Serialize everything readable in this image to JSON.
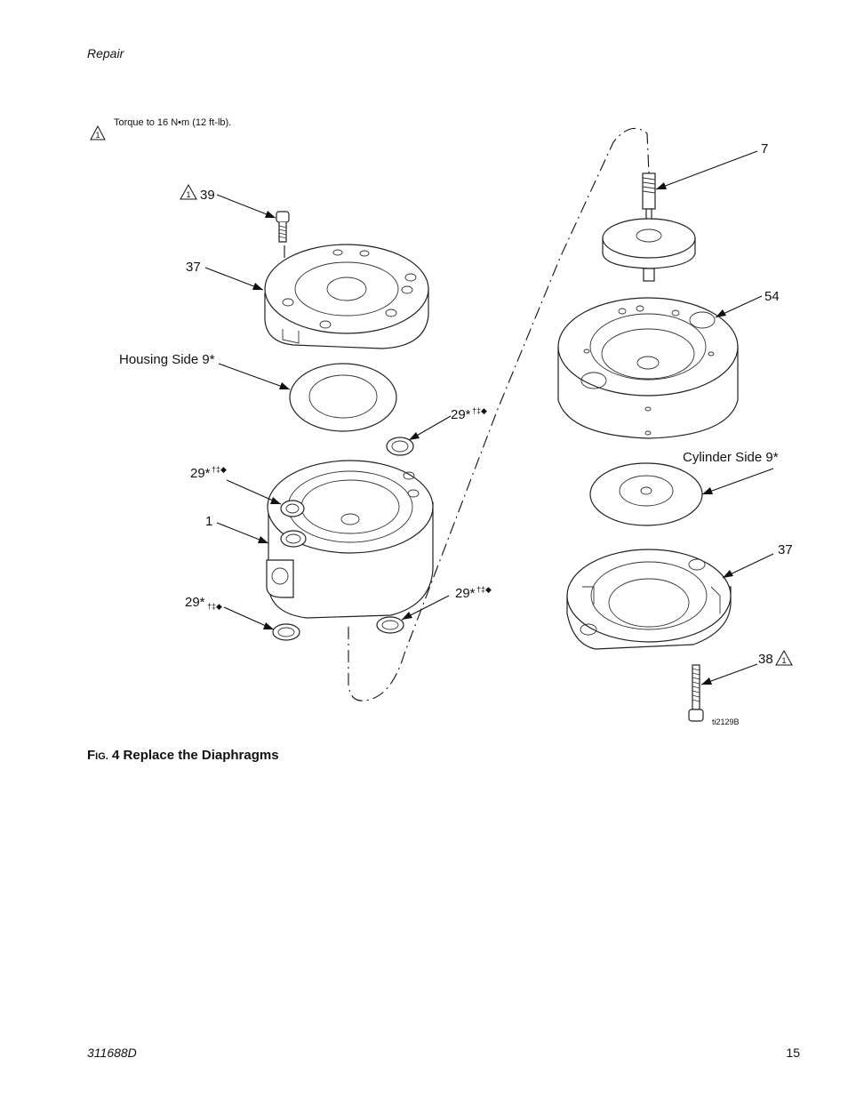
{
  "header": {
    "section": "Repair"
  },
  "note": {
    "symbol": "1",
    "text": "Torque to 16 N•m (12 ft-lb)."
  },
  "callouts": {
    "c39": "39",
    "c37_top": "37",
    "housing_side": "Housing Side 9*",
    "c29_a": "29*",
    "c29_a_sym": "†‡◆",
    "c29_b": "29*",
    "c29_b_sym": "†‡◆",
    "c1": "1",
    "c29_c": "29*",
    "c29_c_sym": "†‡◆",
    "c29_d": "29*",
    "c29_d_sym": "†‡◆",
    "c7": "7",
    "c54": "54",
    "cylinder_side": "Cylinder Side 9*",
    "c37_bottom": "37",
    "c38": "38",
    "warn_symbol": "1"
  },
  "figure_id": "ti2129B",
  "caption": {
    "fig_word_first": "F",
    "fig_word_rest": "IG.",
    "text": " 4 Replace the Diaphragms"
  },
  "footer": {
    "doc_number": "311688D",
    "page_number": "15"
  }
}
